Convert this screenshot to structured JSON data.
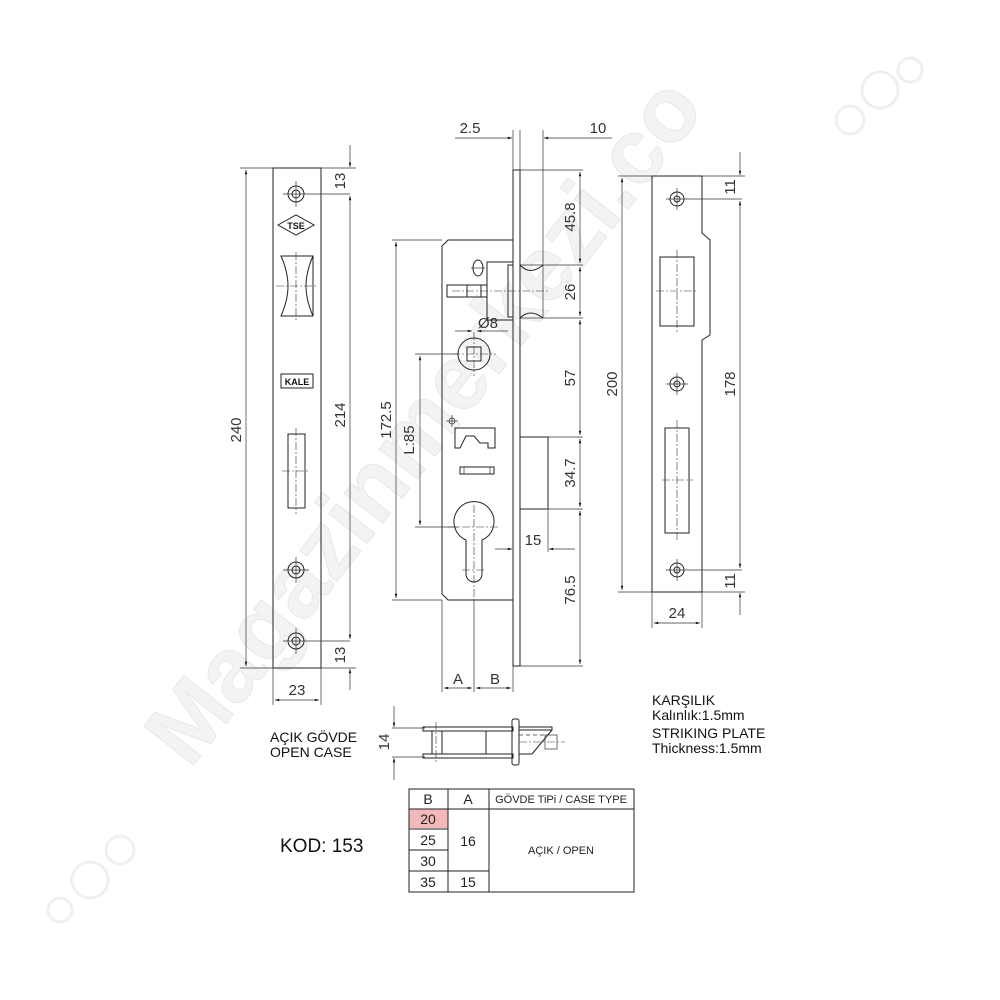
{
  "watermark": {
    "text": "Magazinmerkezi.co"
  },
  "faceplate": {
    "logos": {
      "top": "TSE",
      "middle": "KALE"
    },
    "dims": {
      "overall_height": "240",
      "hole_span": "214",
      "top_offset": "13",
      "bottom_offset": "13",
      "width": "23"
    }
  },
  "lock_body": {
    "dims": {
      "plate_thickness": "2.5",
      "latch_projection": "10",
      "top_to_latch": "45.8",
      "latch_height": "26",
      "latch_to_bolt": "57",
      "bolt_height": "34.7",
      "bolt_projection": "15",
      "cylinder_to_bottom": "76.5",
      "case_height": "172.5",
      "handle_to_cylinder": "L:85",
      "spindle": "Ø8",
      "label_a": "A",
      "label_b": "B"
    }
  },
  "striking_plate": {
    "dims": {
      "overall_height": "200",
      "hole_span": "178",
      "top_offset": "11",
      "bottom_offset": "11",
      "width": "24"
    },
    "title_tr": "KARŞILIK",
    "thickness_tr": "Kalınlık:1.5mm",
    "title_en": "STRIKING PLATE",
    "thickness_en": "Thickness:1.5mm"
  },
  "section_view": {
    "label_tr": "AÇIK GÖVDE",
    "label_en": "OPEN CASE",
    "thickness": "14"
  },
  "product": {
    "code_label": "KOD: 153"
  },
  "spec_table": {
    "headers": {
      "b": "B",
      "a": "A",
      "case_type": "GÖVDE TiPi / CASE TYPE"
    },
    "rows": [
      {
        "b": "20",
        "highlight": true
      },
      {
        "b": "25"
      },
      {
        "b": "30"
      },
      {
        "b": "35"
      }
    ],
    "a_group_1": "16",
    "a_group_2": "15",
    "case_type_value": "AÇIK / OPEN",
    "highlight_color": "#f4b8bb"
  }
}
